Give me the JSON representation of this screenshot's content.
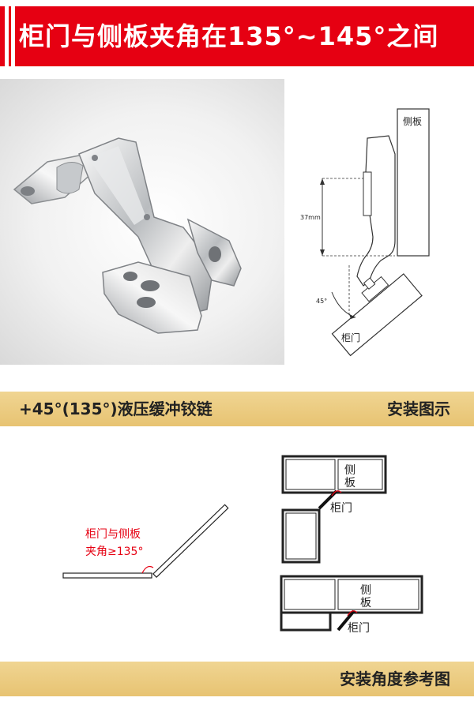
{
  "header": {
    "title": "柜门与侧板夹角在135°~145°之间"
  },
  "install_diagram": {
    "side_panel_label": "侧板",
    "dimension_label": "37mm",
    "angle_label": "45°",
    "door_label": "柜门"
  },
  "product_band": {
    "product_name": "+45°(135°)液压缓冲铰链",
    "section_label": "安装图示"
  },
  "angle_diagram": {
    "angle_note_line1": "柜门与侧板",
    "angle_note_line2": "夹角≥135°"
  },
  "cabinet_diagrams": [
    {
      "side_line1": "侧",
      "side_line2": "板",
      "door_label": "柜门"
    },
    {
      "side_line1": "侧",
      "side_line2": "板",
      "door_label": "柜门"
    }
  ],
  "footer_band": {
    "label": "安装角度参考图"
  },
  "colors": {
    "accent_red": "#e60012",
    "band_gold": "#ecc97c"
  }
}
